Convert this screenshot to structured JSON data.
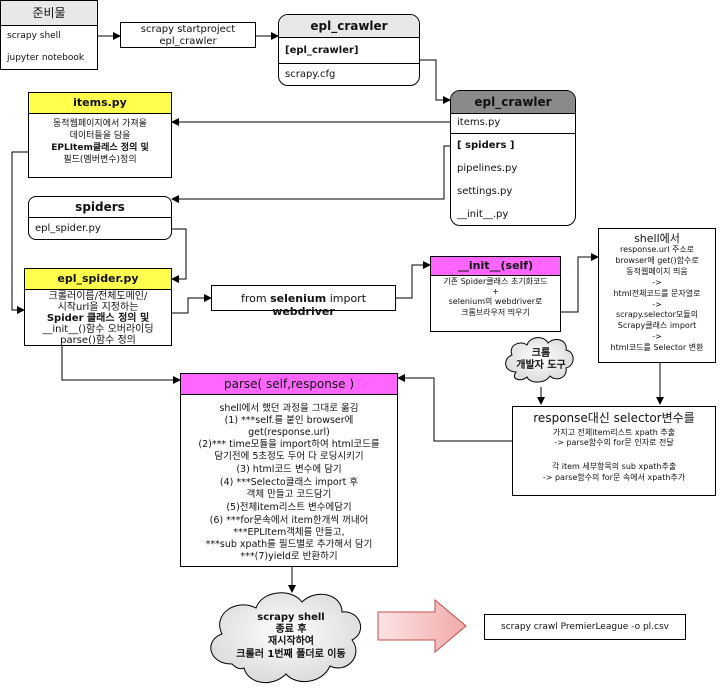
{
  "prep": {
    "title": "준비물",
    "items": [
      "scrapy shell",
      "jupyter notebook"
    ]
  },
  "startproject": {
    "line1": "scrapy startproject",
    "line2": "epl_crawler"
  },
  "project_root": {
    "title": "epl_crawler",
    "items": [
      "[epl_crawler]",
      "scrapy.cfg"
    ]
  },
  "package": {
    "title": "epl_crawler",
    "items": [
      "items.py",
      "[ spiders ]",
      "pipelines.py",
      "settings.py",
      "__init__.py"
    ]
  },
  "items_py": {
    "title": "items.py",
    "l1": "동적웹페이지에서 가져올",
    "l2": "데이터들을 담을",
    "l3": "EPLItem클래스 정의 및",
    "l4": "필드(멤버변수)정의"
  },
  "spiders": {
    "title": "spiders",
    "item": "epl_spider.py"
  },
  "epl_spider": {
    "title": "epl_spider.py",
    "l1": "크롤러이름/전체도메인/",
    "l2": "시작url을 지정하는",
    "l3": "Spider 클래스 정의 및",
    "l4": "__init__()함수 오버라이딩",
    "l5": "parse()함수 정의"
  },
  "selenium": {
    "pre": "from ",
    "mod": "selenium",
    "mid": " import ",
    "cls": "webdriver"
  },
  "init_box": {
    "title": "__init__(self)",
    "l1": "기존 Spider클래스 초기화코드",
    "l2": "+",
    "l3": "selenium의 webdriver로",
    "l4": "크롬브라우저 띄우기"
  },
  "shell_box": {
    "title": "shell에서",
    "lines": [
      "response.url 주소로",
      "browser에 get()함수로",
      "동적웹페이지 띄움",
      "->",
      "html전체코드를 문자열로",
      "->",
      "scrapy.selector모듈의",
      "Scrapy클래스 import",
      "->",
      "html코드를 Selector 변환"
    ]
  },
  "cloud_devtools": {
    "l1": "크롬",
    "l2": "개발자 도구"
  },
  "response_box": {
    "title": "response대신 selector변수를",
    "lines": [
      "가지고 전체item리스트 xpath 추출",
      "-> parse함수의 for문 인자로 전달",
      "",
      "각 item 세부항목의 sub xpath추출",
      "-> parse함수의 for문 속에서 xpath추가"
    ]
  },
  "parse_box": {
    "title": "parse( self,response )",
    "lines": [
      "shell에서 했던 과정을 그대로 옮김",
      "(1) ***self.를 붙인 browser에",
      "get(response.url)",
      "(2)*** time모듈을 import하여 html코드를",
      "담기전에 5초정도 두어 다 로딩시키기",
      "(3)  html코드 변수에 담기",
      "(4) ***Selecto클래스 import 후",
      "객체 만들고 코드담기",
      "(5)전체item리스트 변수에담기",
      "(6) ***for문속에서 item한개씩 꺼내어",
      "***EPLItem객체를 만들고,",
      "***sub xpath를 필드별로 추가해서 담기",
      "***(7)yield로 반환하기"
    ]
  },
  "cloud_bottom": {
    "l1": "scrapy shell",
    "l2": "종료 후",
    "l3": "재시작하여",
    "l4": "크롤러 1번째 폴더로 이동"
  },
  "crawl_cmd": {
    "text": "scrapy crawl PremierLeague -o pl.csv"
  },
  "colors": {
    "yellow": "#ffff4d",
    "magenta": "#ff66ff",
    "gray_header": "#8a8a8a",
    "light_gray": "#e8e8e8",
    "arrow_pink": "#f4b4b4"
  }
}
